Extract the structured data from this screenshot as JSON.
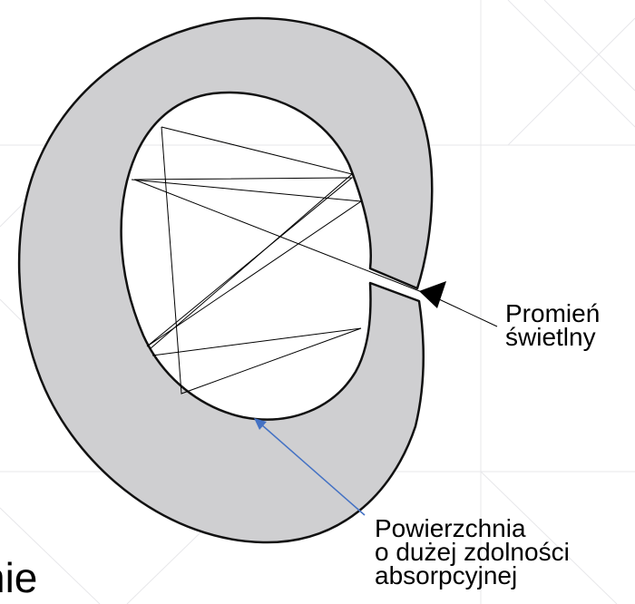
{
  "diagram": {
    "ray_label": {
      "line1": "Promień",
      "line2": "świetlny"
    },
    "surface_label": {
      "line1": "Powierzchnia",
      "line2": "o dużej zdolności",
      "line3": "absorpcyjnej"
    },
    "cut_text": "nie",
    "colors": {
      "ring_fill": "#cfcfd1",
      "outline": "#111111",
      "ray_lines": "#000000",
      "pointer_arrow": "#4472c4",
      "grid": "#e7e7ea"
    }
  }
}
